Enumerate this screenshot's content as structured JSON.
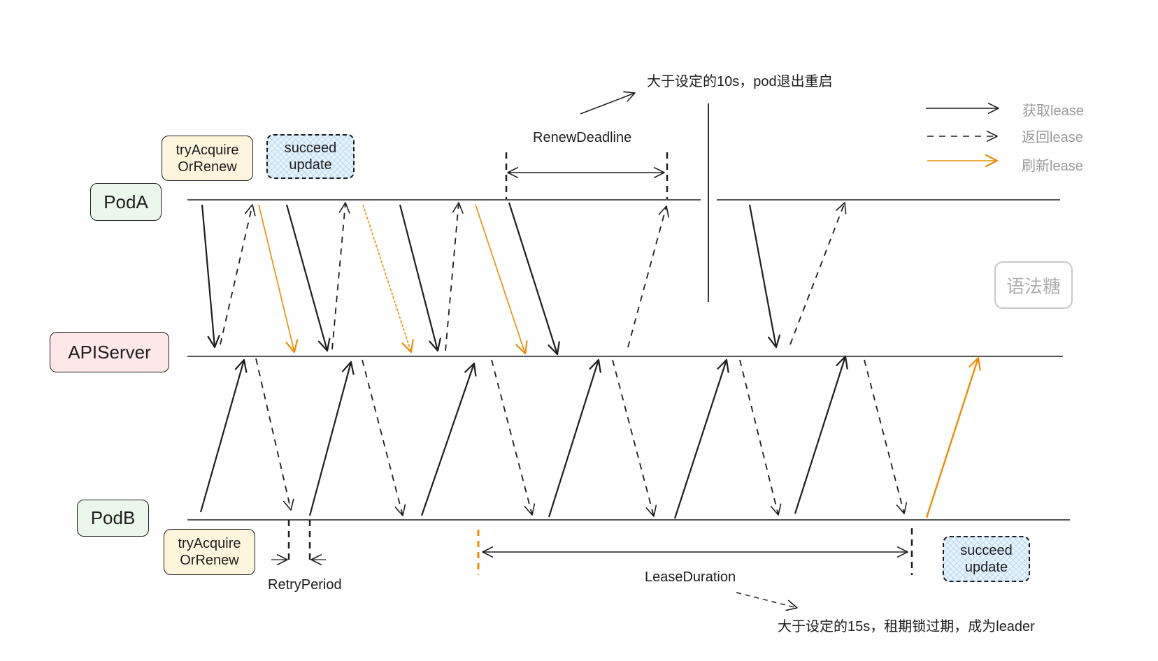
{
  "colors": {
    "ink": "#1e1e1e",
    "refresh": "#f08c00",
    "legend_text": "#9a9a9a"
  },
  "nodes": {
    "poda": "PodA",
    "apiserver": "APIServer",
    "podb": "PodB",
    "sugar": "语法糖"
  },
  "notes": {
    "try_acquire_a": [
      "tryAcquire",
      "OrRenew"
    ],
    "succeed_a": [
      "succeed",
      "update"
    ],
    "try_acquire_b": [
      "tryAcquire",
      "OrRenew"
    ],
    "succeed_b": [
      "succeed",
      "update"
    ]
  },
  "labels": {
    "renew_deadline": "RenewDeadline",
    "renew_exceeded": "大于设定的10s，pod退出重启",
    "retry_period": "RetryPeriod",
    "lease_duration": "LeaseDuration",
    "lease_expired": "大于设定的15s，租期锁过期，成为leader"
  },
  "legend": [
    {
      "style": "solid",
      "text": "获取lease"
    },
    {
      "style": "dashed",
      "text": "返回lease"
    },
    {
      "style": "orange",
      "text": "刷新lease"
    }
  ]
}
